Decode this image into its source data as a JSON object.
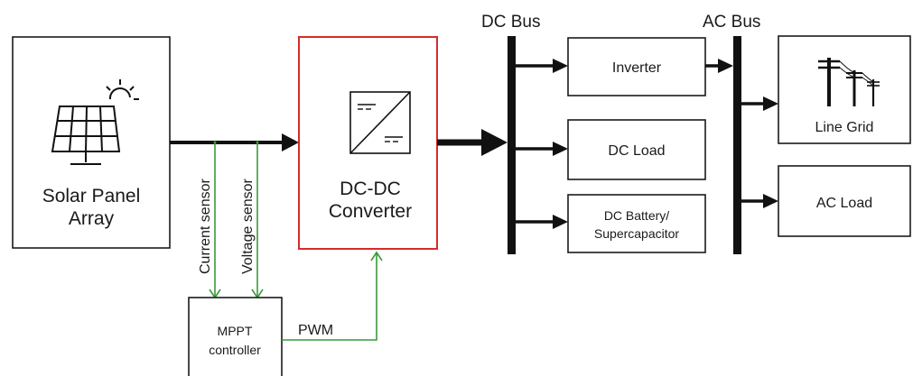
{
  "buses": {
    "dc_bus_label": "DC Bus",
    "ac_bus_label": "AC Bus"
  },
  "blocks": {
    "solar": {
      "line1": "Solar Panel",
      "line2": "Array",
      "icon": "solar-panel-icon"
    },
    "converter": {
      "line1": "DC-DC",
      "line2": "Converter",
      "icon": "dc-dc-converter-icon",
      "border_color": "#d62b2b"
    },
    "inverter": {
      "label": "Inverter"
    },
    "dc_load": {
      "label": "DC Load"
    },
    "battery": {
      "line1": "DC Battery/",
      "line2": "Supercapacitor"
    },
    "line_grid": {
      "label": "Line Grid",
      "icon": "power-pylon-icon"
    },
    "ac_load": {
      "label": "AC Load"
    },
    "mppt": {
      "line1": "MPPT",
      "line2": "controller"
    }
  },
  "signals": {
    "current_sensor": "Current sensor",
    "voltage_sensor": "Voltage sensor",
    "pwm": "PWM"
  },
  "colors": {
    "signal_green": "#3a9a3a",
    "converter_red": "#d62b2b",
    "line_black": "#111111"
  }
}
